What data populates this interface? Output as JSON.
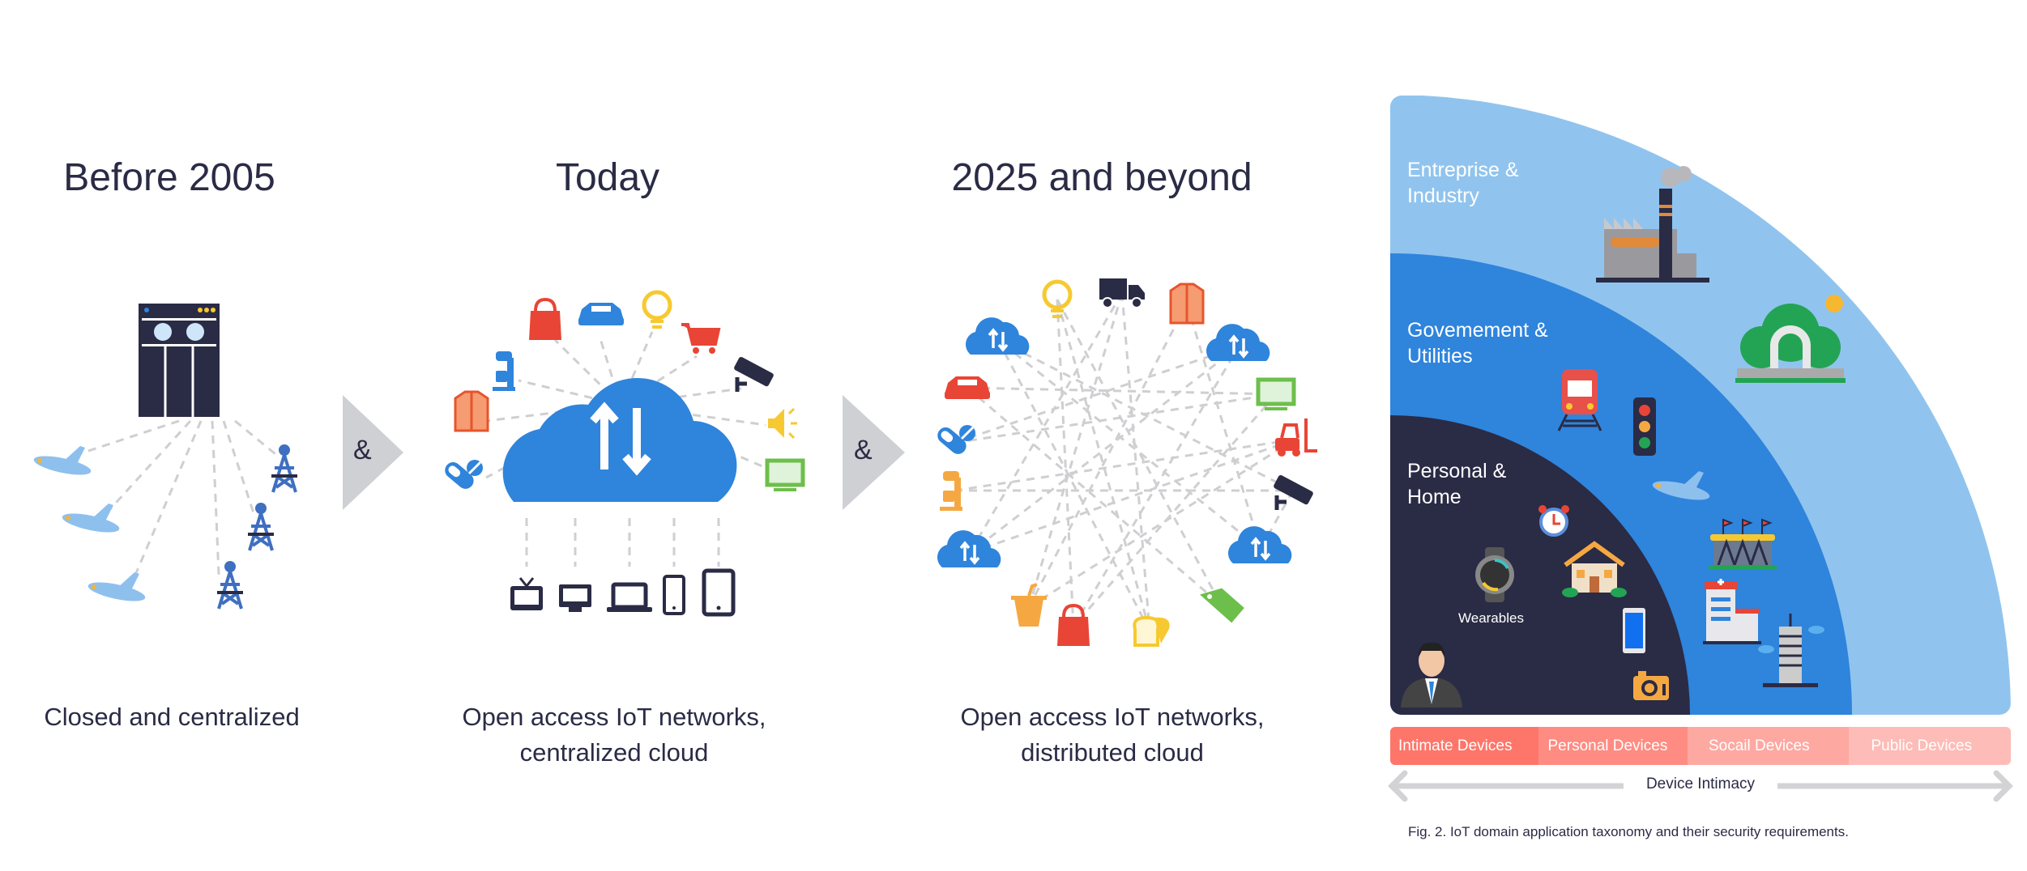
{
  "panels": [
    {
      "title": "Before 2005",
      "caption": [
        "Closed and centralized"
      ]
    },
    {
      "title": "Today",
      "caption": [
        "Open access IoT networks,",
        "centralized cloud"
      ]
    },
    {
      "title": "2025 and beyond",
      "caption": [
        "Open access IoT networks,",
        "distributed cloud"
      ]
    }
  ],
  "transitions": [
    "&",
    "&"
  ],
  "taxonomy": {
    "rings": [
      {
        "label": [
          "Entreprise &",
          "Industry"
        ],
        "color": "#90c4ee"
      },
      {
        "label": [
          "Govemement &",
          "Utilities"
        ],
        "color": "#2f84dc"
      },
      {
        "label": [
          "Personal &",
          "Home"
        ],
        "color": "#2a2b45"
      }
    ],
    "wearables_label": "Wearables",
    "device_classes": [
      {
        "label": "Intimate Devices",
        "color": "#fe766a"
      },
      {
        "label": "Personal Devices",
        "color": "#fe8c82"
      },
      {
        "label": "Socail Devices",
        "color": "#fda9a2"
      },
      {
        "label": "Public Devices",
        "color": "#fdbcb7"
      }
    ],
    "axis_label": "Device Intimacy",
    "figure_caption": "Fig. 2. IoT domain application taxonomy and their security requirements."
  }
}
